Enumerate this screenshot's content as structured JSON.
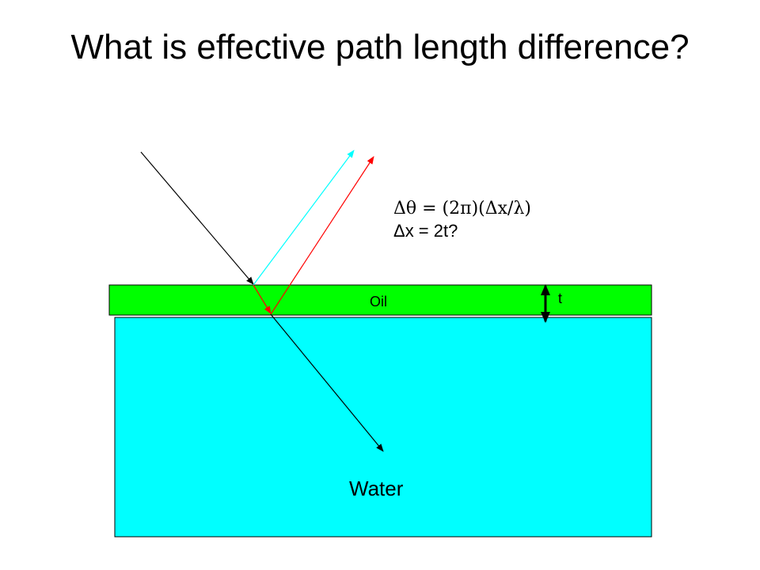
{
  "title": "What is effective path length difference?",
  "labels": {
    "oil": "Oil",
    "water": "Water",
    "thickness": "t"
  },
  "equations": {
    "phase": "Δθ = (2π)(Δx/λ)",
    "path": "Δx = 2t?"
  },
  "colors": {
    "oil_layer": "#00ff00",
    "water": "#00ffff",
    "incident_ray": "#000000",
    "reflected_top_ray": "#00ffff",
    "reflected_bottom_ray": "#ff0000",
    "transmitted_ray": "#000000"
  }
}
